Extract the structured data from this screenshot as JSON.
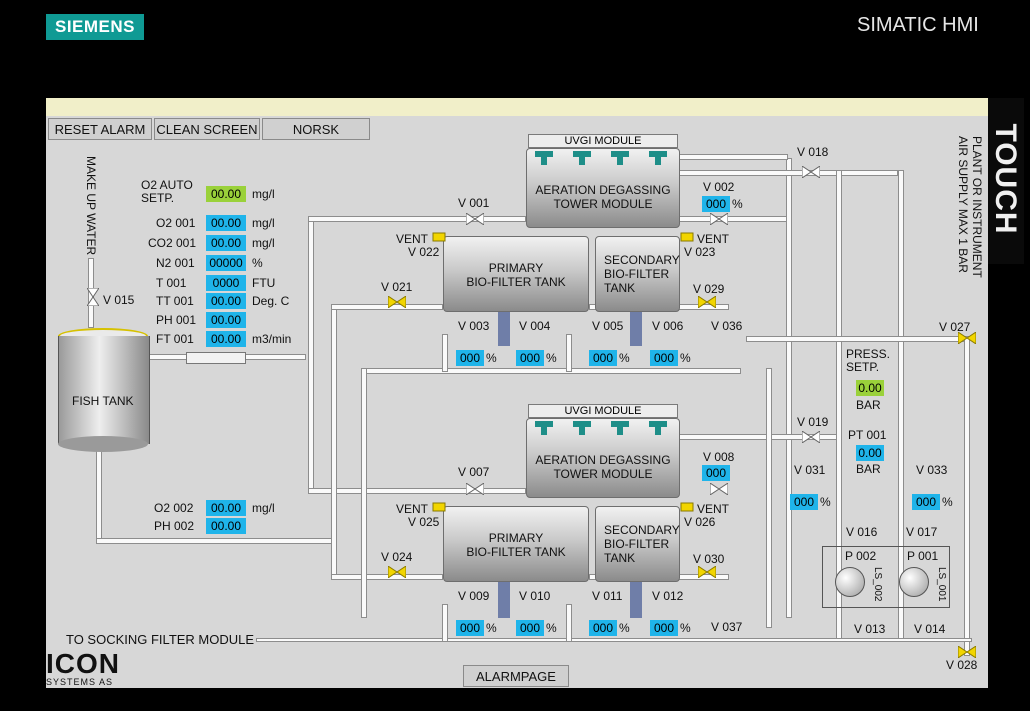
{
  "header": {
    "brand": "SIEMENS",
    "product": "SIMATIC HMI",
    "side_label": "TOUCH"
  },
  "buttons": {
    "reset_alarm": "RESET ALARM",
    "clean_screen": "CLEAN SCREEN",
    "norsk": "NORSK",
    "alarmpage": "ALARMPAGE"
  },
  "labels": {
    "make_up_water": "MAKE UP WATER",
    "fish_tank": "FISH TANK",
    "to_socking": "TO SOCKING FILTER MODULE",
    "plant_air_1": "PLANT OR INSTRUMENT",
    "plant_air_2": "AIR SUPPLY MAX 1 BAR",
    "uvgi": "UVGI MODULE",
    "aeration_1": "AERATION DEGASSING",
    "aeration_2": "TOWER MODULE",
    "primary_1": "PRIMARY",
    "primary_2": "BIO-FILTER TANK",
    "secondary_1": "SECONDARY",
    "secondary_2": "BIO-FILTER",
    "secondary_3": "TANK",
    "vent": "VENT",
    "press_setp_1": "PRESS.",
    "press_setp_2": "SETP.",
    "bar": "BAR",
    "pt001": "PT 001",
    "ls002": "LS_002",
    "ls001": "LS_001",
    "pct": "%"
  },
  "sensors": [
    {
      "name": "O2 AUTO",
      "name2": "SETP.",
      "value": "00.00",
      "unit": "mg/l"
    },
    {
      "name": "O2 001",
      "value": "00.00",
      "unit": "mg/l"
    },
    {
      "name": "CO2 001",
      "value": "00.00",
      "unit": "mg/l"
    },
    {
      "name": "N2 001",
      "value": "00000",
      "unit": "%"
    },
    {
      "name": "T  001",
      "value": "0000",
      "unit": "FTU"
    },
    {
      "name": "TT 001",
      "value": "00.00",
      "unit": "Deg. C"
    },
    {
      "name": "PH 001",
      "value": "00.00",
      "unit": ""
    },
    {
      "name": "FT 001",
      "value": "00.00",
      "unit": "m3/min"
    },
    {
      "name": "O2 002",
      "value": "00.00",
      "unit": "mg/l"
    },
    {
      "name": "PH 002",
      "value": "00.00",
      "unit": ""
    }
  ],
  "pressure": {
    "setpoint": "0.00",
    "pt001": "0.00"
  },
  "valves": {
    "v001": "V 001",
    "v002": "V 002",
    "v003": "V 003",
    "v004": "V 004",
    "v005": "V 005",
    "v006": "V 006",
    "v007": "V 007",
    "v008": "V 008",
    "v009": "V 009",
    "v010": "V 010",
    "v011": "V 011",
    "v012": "V 012",
    "v013": "V 013",
    "v014": "V 014",
    "v015": "V 015",
    "v016": "V 016",
    "v017": "V 017",
    "v018": "V 018",
    "v019": "V 019",
    "v021": "V 021",
    "v022": "V 022",
    "v023": "V 023",
    "v024": "V 024",
    "v025": "V 025",
    "v026": "V 026",
    "v027": "V 027",
    "v028": "V 028",
    "v029": "V 029",
    "v030": "V 030",
    "v031": "V 031",
    "v033": "V 033",
    "v036": "V 036",
    "v037": "V 037"
  },
  "valve_values": {
    "v002": "000",
    "v003": "000",
    "v004": "000",
    "v005": "000",
    "v006": "000",
    "v008": "000",
    "v009": "000",
    "v010": "000",
    "v011": "000",
    "v012": "000",
    "v031": "000",
    "v033": "000"
  },
  "pumps": {
    "p002": "P 002",
    "p001": "P 001"
  },
  "logo": {
    "name": "ICON",
    "sub": "SYSTEMS AS"
  },
  "colors": {
    "value_bg": "#1fb4ea",
    "setpoint_bg": "#9ad13a",
    "brand": "#0f9a94"
  }
}
